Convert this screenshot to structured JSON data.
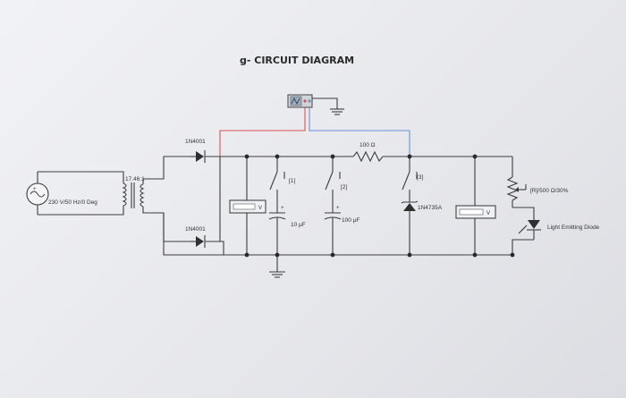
{
  "title": "g- CIRCUIT DIAGRAM",
  "labels": {
    "source": "230 V/50 Hz/0 Deg",
    "transformer": "17.46:1",
    "diode_top": "1N4001",
    "diode_bottom": "1N4001",
    "resistor": "100 Ω",
    "switch1": "[1]",
    "switch2": "[2]",
    "switch3": "[3]",
    "cap1": "10 µF",
    "cap2": "100 µF",
    "zener": "1N4735A",
    "pot": "[R]/500 Ω/30%",
    "led": "Light Emitting Diode",
    "meter": "V"
  },
  "colors": {
    "wire": "#3c3c3c",
    "probe_red": "#d9534f",
    "probe_blue": "#6f8fd6"
  }
}
